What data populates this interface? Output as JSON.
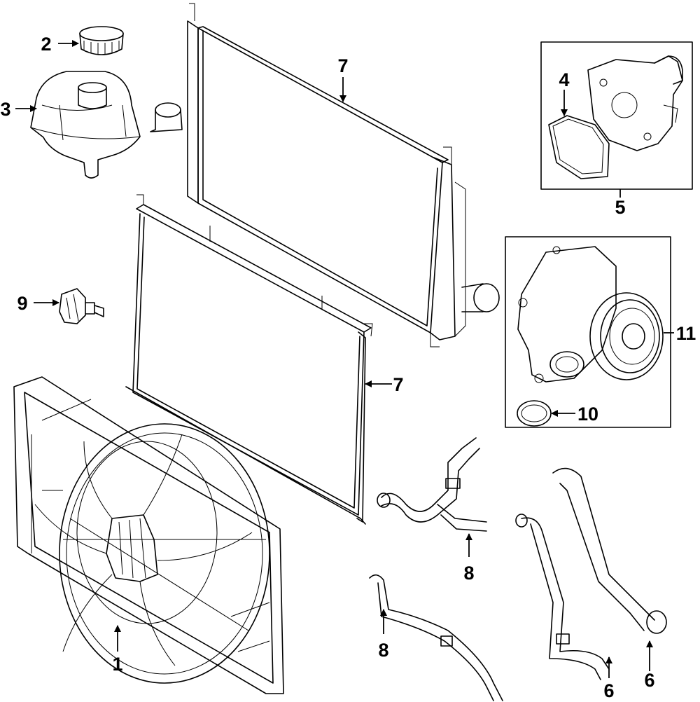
{
  "callouts": {
    "c1": "1",
    "c2": "2",
    "c3": "3",
    "c4": "4",
    "c5": "5",
    "c6a": "6",
    "c6b": "6",
    "c7a": "7",
    "c7b": "7",
    "c8a": "8",
    "c8b": "8",
    "c9": "9",
    "c10": "10",
    "c11": "11"
  }
}
